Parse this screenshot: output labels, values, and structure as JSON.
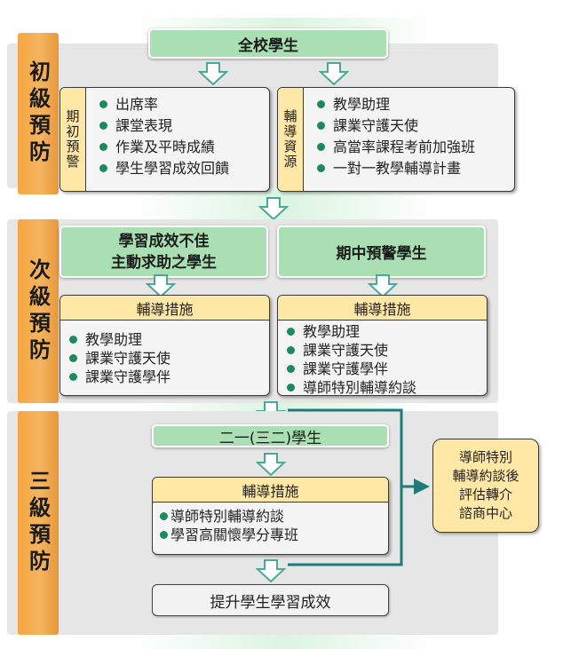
{
  "tiers": {
    "primary": "初級預防",
    "secondary": "次級預防",
    "tertiary": "三級預防"
  },
  "primary": {
    "top_box": "全校學生",
    "early_card": {
      "side": "期初預警",
      "items": [
        "出席率",
        "課堂表現",
        "作業及平時成績",
        "學生學習成效回饋"
      ]
    },
    "tutoring_card": {
      "side": "輔導資源",
      "items": [
        "教學助理",
        "課業守護天使",
        "高當率課程考前加強班",
        "一對一教學輔導計畫"
      ]
    }
  },
  "secondary": {
    "left_box_line1": "學習成效不佳",
    "left_box_line2": "主動求助之學生",
    "right_box": "期中預警學生",
    "left_card": {
      "header": "輔導措施",
      "items": [
        "教學助理",
        "課業守護天使",
        "課業守護學伴"
      ]
    },
    "right_card": {
      "header": "輔導措施",
      "items": [
        "教學助理",
        "課業守護天使",
        "課業守護學伴",
        "導師特別輔導約談"
      ]
    }
  },
  "tertiary": {
    "box": "二一(三二)學生",
    "card": {
      "header": "輔導措施",
      "items": [
        "導師特別輔導約談",
        "學習高關懷學分專班"
      ]
    },
    "bottom_box": "提升學生學習成效"
  },
  "referral": {
    "line1": "導師特別",
    "line2": "輔導約談後",
    "line3": "評估轉介",
    "line4": "諮商中心"
  },
  "colors": {
    "tier_bar": "#f4b460",
    "green_box": "#a9dfb2",
    "card_header": "#ffe7a6",
    "bullet": "#1e8a5c",
    "connector": "#1f7a7a",
    "panel": "#e6e6e6"
  }
}
